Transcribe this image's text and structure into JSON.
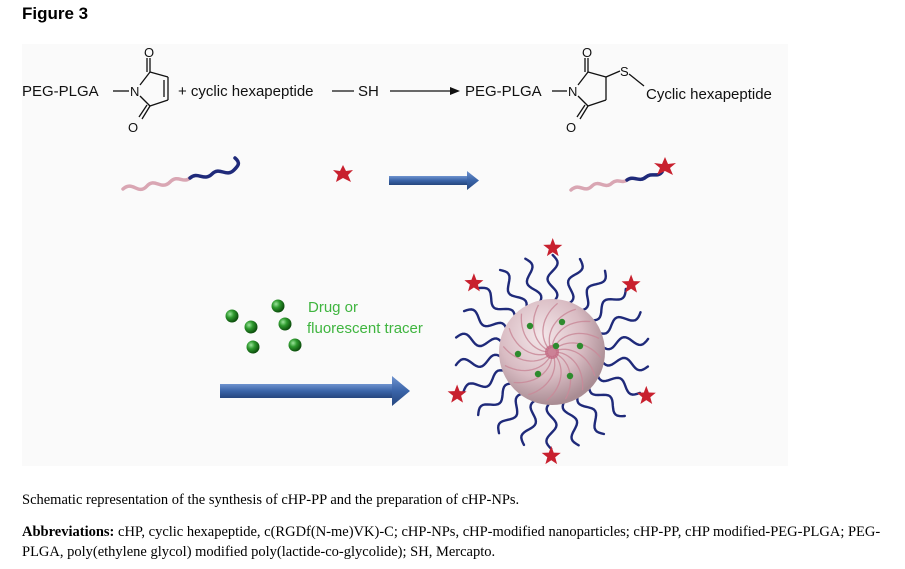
{
  "figure": {
    "title": "Figure 3",
    "reaction": {
      "reactant_polymer": "PEG-PLGA",
      "plus_reagent": "+ cyclic hexapeptide",
      "thiol": "SH",
      "product_polymer": "PEG-PLGA",
      "product_peptide": "Cyclic hexapeptide",
      "atom_n": "N",
      "atom_o": "O",
      "atom_s": "S"
    },
    "drug_label_line1": "Drug or",
    "drug_label_line2": "fluorescent tracer",
    "colors": {
      "peg": "#d9a6b3",
      "plga": "#1f2a7a",
      "peptide_star": "#c8202e",
      "drug_bead": "#2e8b2e",
      "arrow": "#3a64a8",
      "drug_text": "#3fb53f"
    }
  },
  "caption": "Schematic representation of the synthesis of cHP-PP and the preparation of cHP-NPs.",
  "abbreviations": {
    "label": "Abbreviations:",
    "text": " cHP, cyclic hexapeptide, c(RGDf(N-me)VK)-C; cHP-NPs, cHP-modified nanoparticles; cHP-PP, cHP modified-PEG-PLGA; PEG-PLGA, poly(ethylene glycol) modified poly(lactide-co-glycolide); SH, Mercapto."
  }
}
